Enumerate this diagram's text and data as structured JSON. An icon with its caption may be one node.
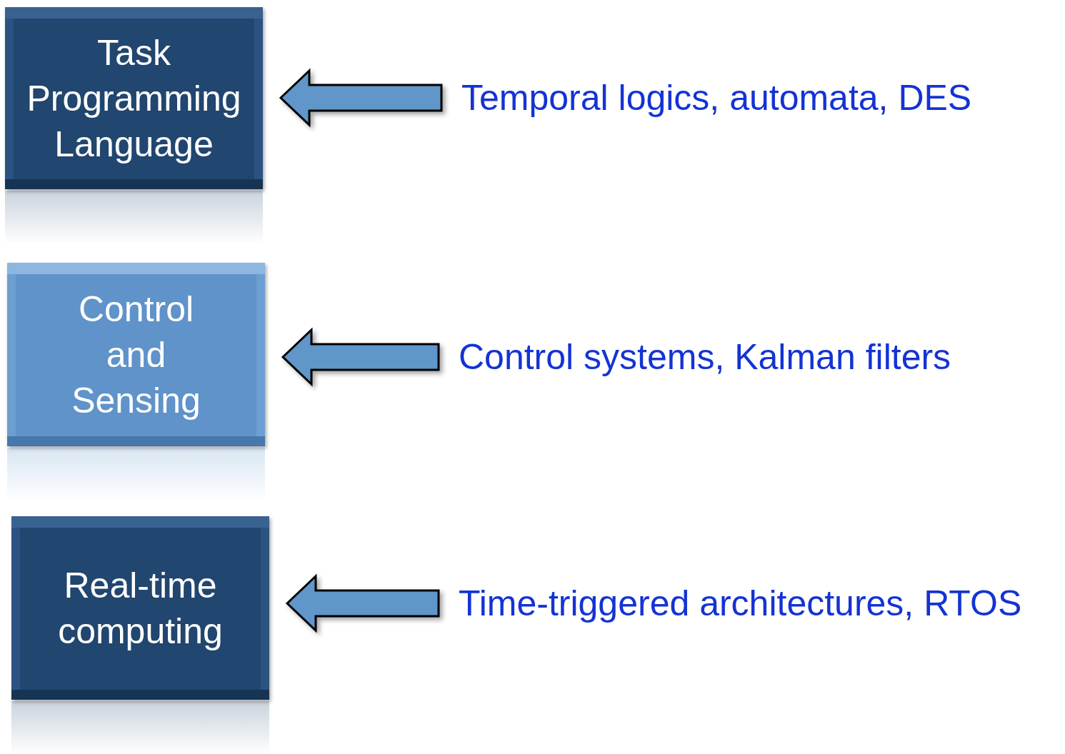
{
  "diagram": {
    "nodes": [
      {
        "text": [
          "Task Programming Language"
        ]
      },
      {
        "text": [
          "Temporal logics, automata, DES"
        ]
      },
      {
        "text": [
          "Control and Sensing"
        ]
      },
      {
        "text": [
          "Control systems, Kalman filters"
        ]
      },
      {
        "text": [
          "Real-time computing"
        ]
      },
      {
        "text": [
          "Time-triggered architectures, RTOS"
        ]
      }
    ],
    "edges": [
      {
        "from": 1,
        "to": 0,
        "arrow": "to"
      },
      {
        "from": 3,
        "to": 2,
        "arrow": "to"
      },
      {
        "from": 5,
        "to": 4,
        "arrow": "to"
      }
    ]
  }
}
